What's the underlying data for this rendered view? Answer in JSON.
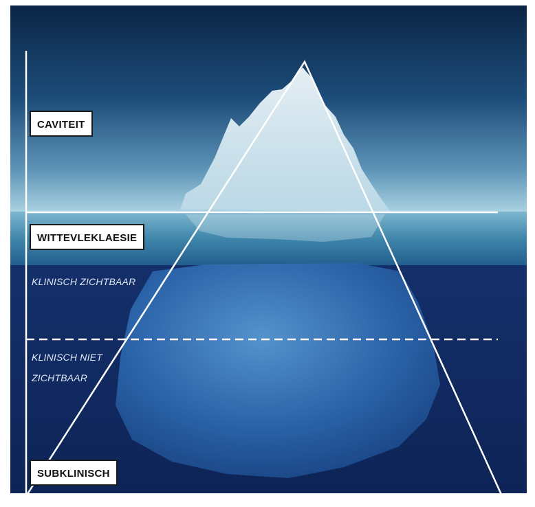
{
  "levels": {
    "cavitation": "CAVITEIT",
    "white_spot": "WITTEVLEKLAESIE",
    "subclinical": "SUBKLINISCH"
  },
  "captions": {
    "visible": "KLINISCH ZICHTBAAR",
    "not_visible_line1": "KLINISCH NIET",
    "not_visible_line2": "ZICHTBAAR"
  },
  "colors": {
    "sky_top": "#0e2a4d",
    "sky_horizon": "#9fc9dc",
    "sea_surface": "#3f86ab",
    "deep_water": "#102a63",
    "ice": "#d9eaf2",
    "underwater_ice": "#2f6fb8",
    "lines": "#ffffff"
  }
}
